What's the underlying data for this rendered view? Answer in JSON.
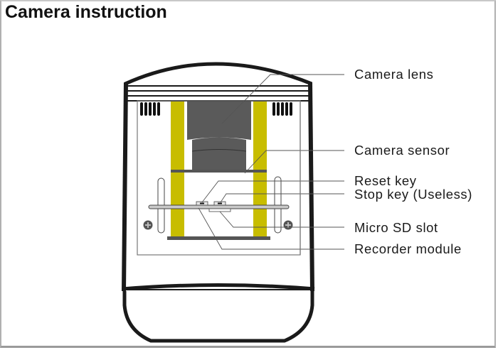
{
  "title": "Camera instruction",
  "labels": {
    "camera_lens": "Camera lens",
    "camera_sensor": "Camera sensor",
    "reset_key": "Reset key",
    "stop_key": "Stop key (Useless)",
    "micro_sd_slot": "Micro SD slot",
    "recorder_module": "Recorder module"
  },
  "colors": {
    "outline": "#1a1a1a",
    "yellow_post": "#c8bd00",
    "lens_dark": "#5a5a5a",
    "leader_line": "#666666"
  }
}
